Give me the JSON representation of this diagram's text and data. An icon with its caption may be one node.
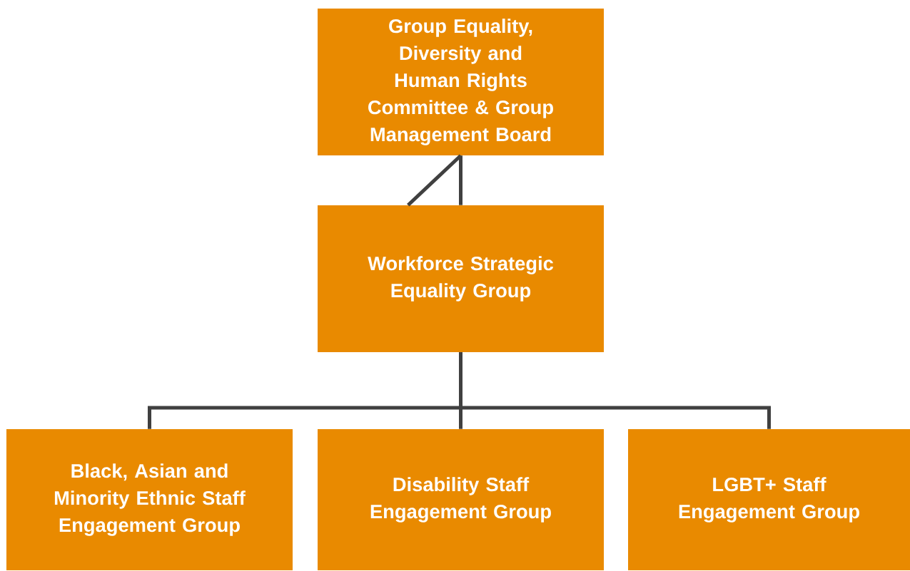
{
  "diagram": {
    "nodes": [
      {
        "text": [
          "Group Equality, Diversity and Human Rights Committee & Group Management Board"
        ]
      },
      {
        "text": [
          "Workforce Strategic Equality Group"
        ]
      },
      {
        "text": [
          "Black, Asian and Minority Ethnic Staff Engagement Group"
        ]
      },
      {
        "text": [
          "Disability Staff Engagement Group"
        ]
      },
      {
        "text": [
          "LGBT+ Staff Engagement Group"
        ]
      }
    ],
    "edges": [
      {
        "from": 0,
        "to": 1,
        "arrow": "none"
      },
      {
        "from": 0,
        "to": 1,
        "arrow": "none"
      },
      {
        "from": 1,
        "to": 2,
        "arrow": "none"
      },
      {
        "from": 1,
        "to": 3,
        "arrow": "none"
      },
      {
        "from": 1,
        "to": 4,
        "arrow": "none"
      }
    ]
  }
}
